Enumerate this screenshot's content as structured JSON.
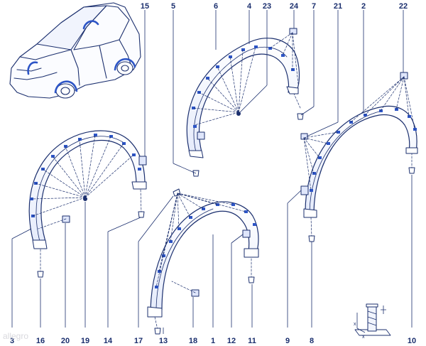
{
  "callouts": [
    "1",
    "2",
    "3",
    "4",
    "5",
    "6",
    "7",
    "8",
    "9",
    "10",
    "11",
    "12",
    "13",
    "14",
    "15",
    "16",
    "17",
    "18",
    "19",
    "20",
    "21",
    "22",
    "23",
    "24"
  ],
  "watermark": "allegro",
  "colors": {
    "line": "#1b2f6e",
    "fill": "#ffffff",
    "accent": "#2d55c6",
    "tint": "#dfe6fb"
  }
}
